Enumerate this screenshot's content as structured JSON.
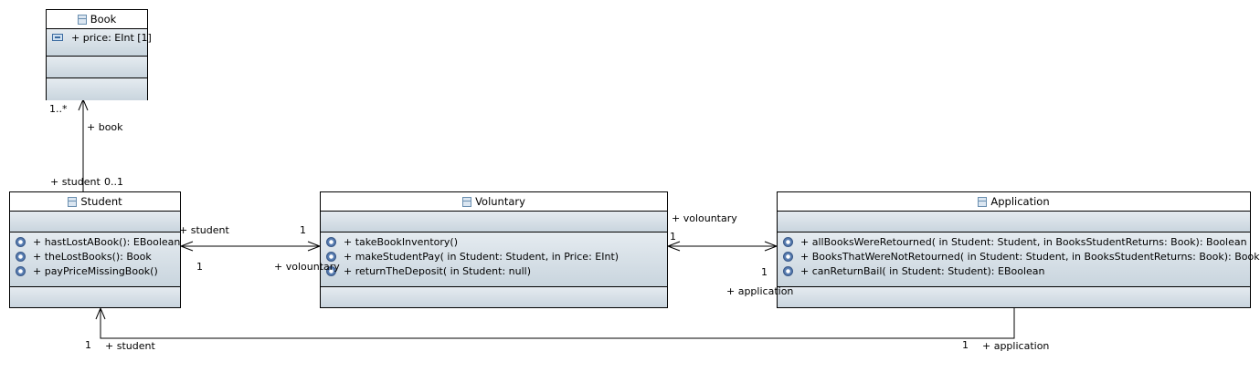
{
  "classes": {
    "book": {
      "name": "Book",
      "attributes": [
        "+ price: EInt [1]"
      ]
    },
    "student": {
      "name": "Student",
      "operations": [
        "+  hastLostABook(): EBoolean",
        "+ theLostBooks(): Book",
        "+ payPriceMissingBook()"
      ]
    },
    "voluntary": {
      "name": "Voluntary",
      "operations": [
        "+ takeBookInventory()",
        "+ makeStudentPay(  in Student: Student,   in Price: EInt)",
        "+ returnTheDeposit(  in Student: null)"
      ]
    },
    "application": {
      "name": "Application",
      "operations": [
        "+ allBooksWereRetourned(  in Student: Student,   in BooksStudentReturns: Book): Boolean",
        "+ BooksThatWereNotRetourned(  in Student: Student,   in BooksStudentReturns: Book): Book",
        "+ canReturnBail(  in Student: Student): EBoolean"
      ]
    }
  },
  "associations": {
    "student_book": {
      "target_role": "+ book",
      "target_mult": "1..*",
      "source_role": "+ student",
      "source_mult": "0..1"
    },
    "student_voluntary": {
      "student_role": "+ student",
      "student_mult": "1",
      "voluntary_mult": "1",
      "voluntary_role": "+ volountary"
    },
    "voluntary_application": {
      "voluntary_role": "+ volountary",
      "voluntary_mult": "1",
      "application_mult": "1",
      "application_role": "+ application"
    },
    "application_student": {
      "student_mult": "1",
      "student_role": "+ student",
      "application_mult": "1",
      "application_role": "+ application"
    }
  }
}
